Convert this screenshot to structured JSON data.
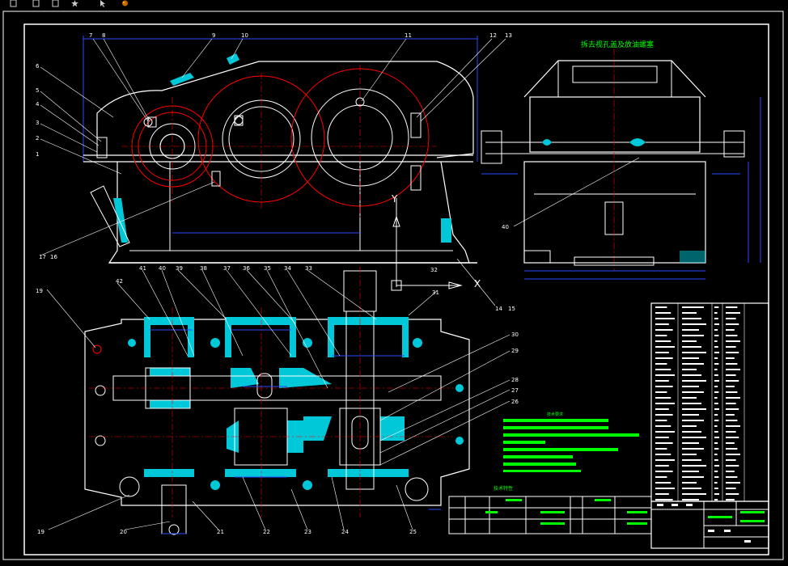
{
  "toolbar": {
    "icons": [
      "square-icon",
      "square-icon",
      "square-icon",
      "star-icon",
      "cursor-icon",
      "paint-icon"
    ]
  },
  "drawing": {
    "callouts_top": [
      "7",
      "8",
      "9",
      "10",
      "11",
      "12",
      "13"
    ],
    "callouts_left": [
      "6",
      "5",
      "4",
      "3",
      "2",
      "1",
      "17",
      "16"
    ],
    "callouts_right_view": [
      "40",
      "14",
      "15"
    ],
    "callouts_plan": [
      "19",
      "42",
      "41",
      "40",
      "39",
      "38",
      "37",
      "36",
      "35",
      "34",
      "33",
      "32",
      "31",
      "30",
      "29",
      "28",
      "27",
      "26"
    ],
    "callouts_bottom": [
      "19",
      "20",
      "21",
      "22",
      "23",
      "24",
      "25"
    ],
    "axis_y": "Y",
    "axis_x": "X",
    "side_view_title": "拆去视孔盖及放油螺塞",
    "notes_title": "技术要求",
    "characteristics_title": "技术特性"
  },
  "colors": {
    "background": "#000000",
    "outline": "#ffffff",
    "gear_red": "#ff0000",
    "section_cyan": "#00c8d8",
    "dim_blue": "#2a4cff",
    "notes_green": "#00ff00",
    "border": "#ffffff"
  }
}
